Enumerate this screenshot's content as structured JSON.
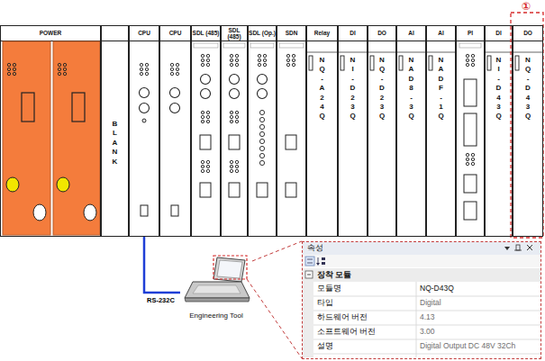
{
  "diagram": {
    "nodes": [
      {
        "text": [
          "POWER"
        ]
      },
      {
        "text": [
          "BLANK"
        ]
      },
      {
        "text": [
          "CPU"
        ]
      },
      {
        "text": [
          "CPU"
        ]
      },
      {
        "text": [
          "SDL (485)"
        ]
      },
      {
        "text": [
          "SDL (485)"
        ]
      },
      {
        "text": [
          "SDL (Op.)"
        ]
      },
      {
        "text": [
          "SDN"
        ]
      },
      {
        "text": [
          "Relay",
          "NQ-A24Q"
        ]
      },
      {
        "text": [
          "DI",
          "NI-D23Q"
        ]
      },
      {
        "text": [
          "DO",
          "NQ-D23Q"
        ]
      },
      {
        "text": [
          "AI",
          "NAD8-3Q"
        ]
      },
      {
        "text": [
          "AI",
          "NADF-1Q"
        ]
      },
      {
        "text": [
          "PI"
        ]
      },
      {
        "text": [
          "DI",
          "NI-D43Q"
        ]
      },
      {
        "text": [
          "DO",
          "NQ-D43Q"
        ]
      },
      {
        "text": [
          "Engineering Tool"
        ]
      },
      {
        "text": [
          "속성",
          "장착 모듈"
        ]
      }
    ],
    "edges": [
      {
        "from": 2,
        "to": 16,
        "label": "RS-232C",
        "arrow": "none"
      },
      {
        "from": 16,
        "to": 17,
        "arrow": "none"
      }
    ],
    "labels": [
      "①",
      "모듈명",
      "NQ-D43Q",
      "타입",
      "Digital",
      "하드웨어 버전",
      "4.13",
      "소프트웨어 버전",
      "3.00",
      "설명",
      "Digital Output DC 48V 32Ch"
    ]
  }
}
